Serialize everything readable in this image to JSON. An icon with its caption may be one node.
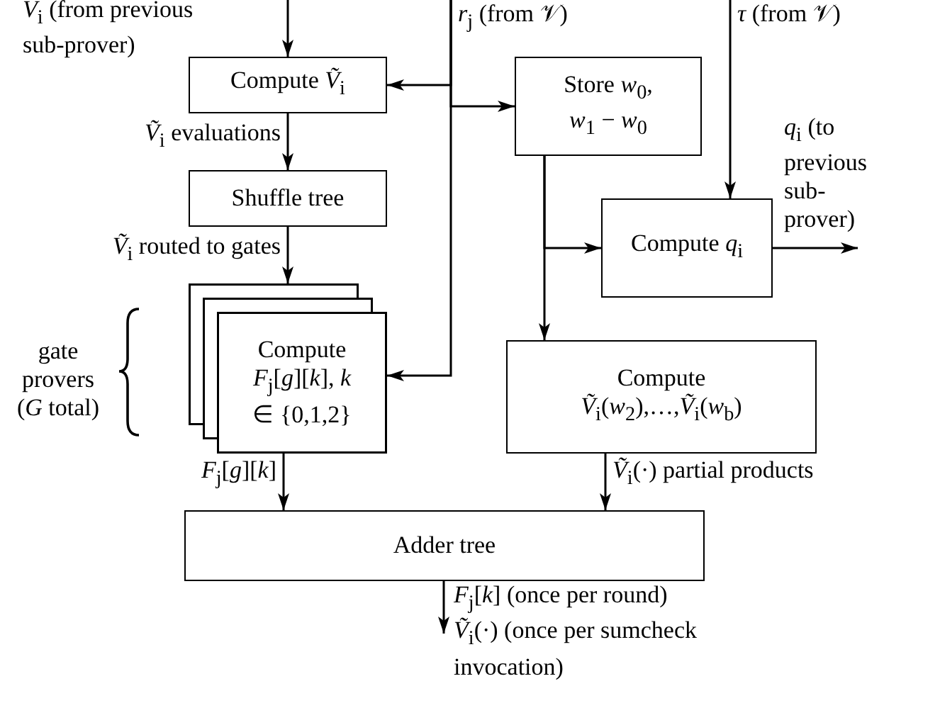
{
  "diagram": {
    "nodes": [
      {
        "text": [
          "Compute *Ṽ*$_{i}$"
        ]
      },
      {
        "text": [
          "Shuffle tree"
        ]
      },
      {
        "text": [
          "Compute *F*$_{j}$[*g*][*k*], *k* ∈ {0,1,2}"
        ],
        "beside": [
          "gate provers (*G* total)"
        ]
      },
      {
        "text": [
          "Store *w*$_{0}$, *w*$_{1}$ − *w*$_{0}$"
        ]
      },
      {
        "text": [
          "Compute *q*$_{i}$"
        ]
      },
      {
        "text": [
          "Compute *Ṽ*$_{i}$(*w*$_{2}$),…,*Ṽ*$_{i}$(*w*$_{b}$)"
        ]
      },
      {
        "text": [
          "Adder tree"
        ]
      }
    ],
    "edges": [
      {
        "from": null,
        "to": 0,
        "arrow": "to",
        "label": "*V*$_{i}$ (from previous sub-prover)"
      },
      {
        "from": 0,
        "to": 1,
        "arrow": "to",
        "label": "*Ṽ*$_{i}$ evaluations"
      },
      {
        "from": 1,
        "to": 2,
        "arrow": "to",
        "label": "*Ṽ*$_{i}$ routed to gates"
      },
      {
        "from": null,
        "to": 0,
        "arrow": "to",
        "label": "*r*$_{j}$ (from 𝒱)"
      },
      {
        "from": null,
        "to": 3,
        "arrow": "to"
      },
      {
        "from": null,
        "to": 2,
        "arrow": "to"
      },
      {
        "from": null,
        "to": 4,
        "arrow": "to",
        "label": "*τ* (from 𝒱)"
      },
      {
        "from": 3,
        "to": 4,
        "arrow": "to"
      },
      {
        "from": 3,
        "to": 5,
        "arrow": "to"
      },
      {
        "from": 4,
        "to": null,
        "arrow": "to",
        "label": "*q*$_{i}$ (to previous sub-prover)"
      },
      {
        "from": 2,
        "to": 6,
        "arrow": "to",
        "label": "*F*$_{j}$[*g*][*k*]"
      },
      {
        "from": 5,
        "to": 6,
        "arrow": "to",
        "label": "*Ṽ*$_{i}$(·) partial products"
      },
      {
        "from": 6,
        "to": null,
        "arrow": "to",
        "label": "*F*$_{j}$[*k*] (once per round) *Ṽ*$_{i}$(·) (once per sumcheck invocation)"
      }
    ]
  }
}
